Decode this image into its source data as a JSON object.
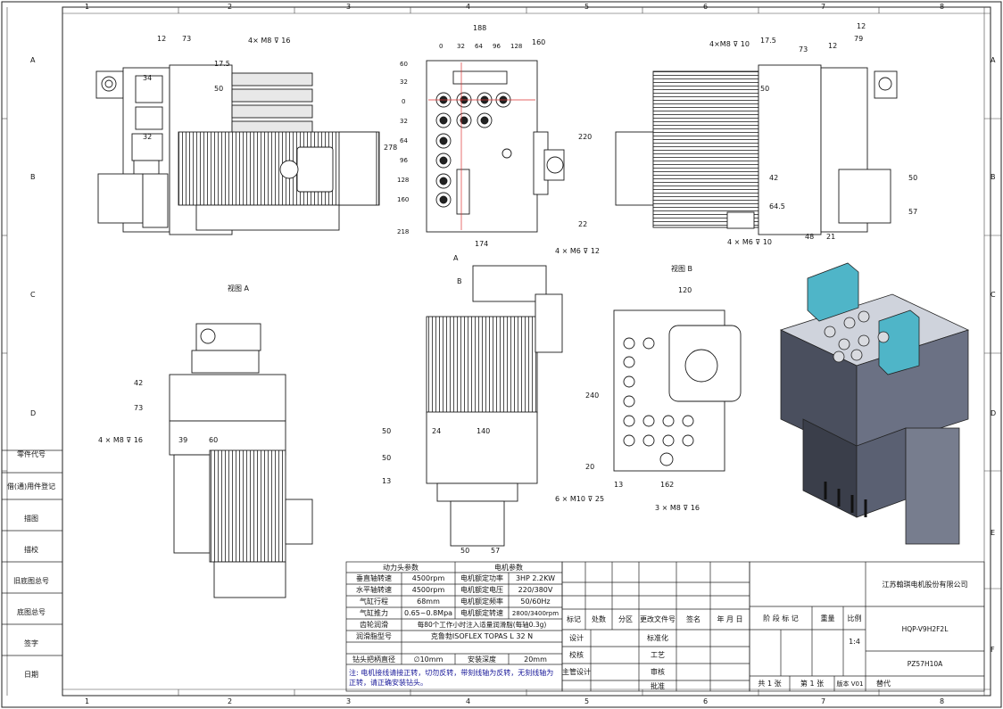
{
  "frame": {
    "cols_top": [
      "1",
      "2",
      "3",
      "4",
      "5",
      "6",
      "7",
      "8"
    ],
    "rows_left": [
      "A",
      "B",
      "C",
      "D",
      "E",
      "F"
    ]
  },
  "left_panel": [
    "零件代号",
    "借(通)用件登记",
    "描图",
    "描校",
    "旧底图总号",
    "底图总号",
    "签字",
    "日期"
  ],
  "views": {
    "view_a": "视图 A",
    "view_b": "视图 B",
    "arrow_a": "A",
    "arrow_b": "B"
  },
  "dims": {
    "tl": {
      "d12": "12",
      "d73": "73",
      "hole": "4× M8 ⊽ 16",
      "d17": "17.5",
      "d50": "50",
      "d34": "34",
      "d32": "32"
    },
    "tc": {
      "d188": "188",
      "d160": "160",
      "top": [
        "0",
        "32",
        "64",
        "96",
        "128"
      ],
      "left": [
        "60",
        "32",
        "0",
        "32",
        "64",
        "96",
        "128",
        "160",
        "218"
      ],
      "d278": "278",
      "d220": "220",
      "d22": "22",
      "d174": "174",
      "hole": "4 × M6 ⊽ 12"
    },
    "tr": {
      "d12": "12",
      "d79": "79",
      "d73": "73",
      "d17": "17.5",
      "hole": "4×M8 ⊽ 10",
      "d50": "50",
      "d42": "42",
      "d645": "64.5",
      "d57": "57",
      "d48": "48",
      "d21": "21",
      "hole2": "4 × M6 ⊽ 10",
      "d50b": "50"
    },
    "ml": {
      "d42": "42",
      "d73": "73",
      "d39": "39",
      "d60": "60",
      "hole": "4 × M8 ⊽ 16"
    },
    "mc": {
      "d24": "24",
      "d140": "140",
      "d50a": "50",
      "d50b": "50",
      "d13": "13",
      "d50c": "50",
      "d57": "57",
      "hole": "6 × M10 ⊽ 25"
    },
    "mr": {
      "d120": "120",
      "d240": "240",
      "d20": "20",
      "d13": "13",
      "d162": "162",
      "hole": "3 × M8 ⊽ 16"
    }
  },
  "spec_table": {
    "head_left": "动力头参数",
    "head_right": "电机参数",
    "rows": [
      [
        "垂直轴转速",
        "4500rpm",
        "电机额定功率",
        "3HP  2.2KW"
      ],
      [
        "水平轴转速",
        "4500rpm",
        "电机额定电压",
        "220/380V"
      ],
      [
        "气缸行程",
        "68mm",
        "电机额定频率",
        "50/60Hz"
      ],
      [
        "气缸推力",
        "0.65~0.8Mpa",
        "电机额定转速",
        "2800/3400rpm"
      ]
    ],
    "row_lube": [
      "齿轮润滑",
      "每80个工作小时注入适量润滑脂(每轴0.3g)"
    ],
    "row_grease": [
      "润滑脂型号",
      "克鲁勃ISOFLEX TOPAS L 32 N"
    ],
    "row_chuck": [
      "钻头把柄直径",
      "∅10mm",
      "安装深度",
      "20mm"
    ],
    "note": "注: 电机接线请接正转，切勿反转，带刻线轴为反转，无刻线轴为正转，请正确安装钻头。"
  },
  "revision": {
    "headers": [
      "标记",
      "处数",
      "分区",
      "更改文件号",
      "签名",
      "年 月 日"
    ],
    "left_labels": [
      "设计",
      "校核",
      "主管设计"
    ],
    "mid_labels": [
      "标准化",
      "工艺",
      "审核",
      "批准"
    ]
  },
  "title_block": {
    "company": "江苏翰琪电机股份有限公司",
    "stage_label": "阶 段 标 记",
    "weight_label": "重量",
    "scale_label": "比例",
    "scale_value": "1:4",
    "part_no": "HQP-V9H2F2L",
    "drawing_no": "PZ57H10A",
    "sheets_total": "共 1 张",
    "sheet_no": "第 1 张",
    "version": "版本  V01",
    "replace": "替代"
  }
}
